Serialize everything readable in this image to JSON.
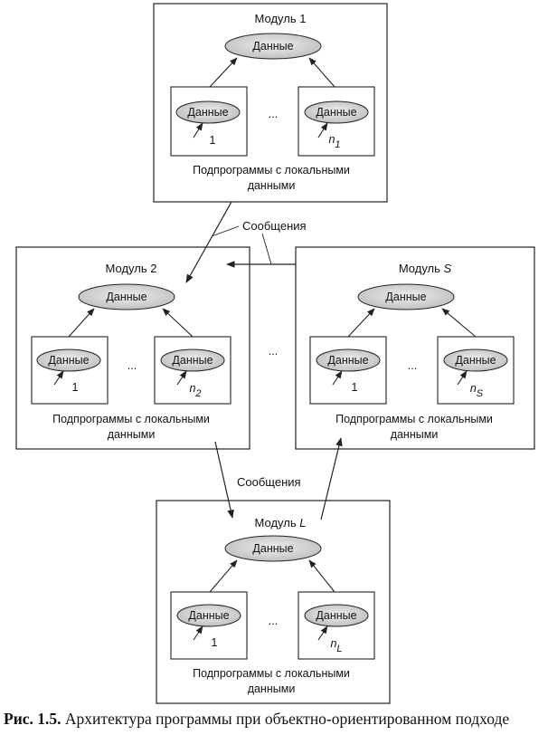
{
  "caption": {
    "label": "Рис. 1.5.",
    "text": "Архитектура программы при объектно-ориентированном подходе"
  },
  "data_label": "Данные",
  "subprograms_label_line1": "Подпрограммы с локальными",
  "subprograms_label_line2": "данными",
  "messages_label": "Сообщения",
  "ellipsis": "...",
  "modules": {
    "m1": {
      "title": "Модуль 1",
      "sub_left": "1",
      "sub_right_base": "n",
      "sub_right_sub": "1"
    },
    "m2": {
      "title": "Модуль 2",
      "sub_left": "1",
      "sub_right_base": "n",
      "sub_right_sub": "2"
    },
    "mS": {
      "title_prefix": "Модуль ",
      "title_var": "S",
      "sub_left": "1",
      "sub_right_base": "n",
      "sub_right_sub": "S"
    },
    "mL": {
      "title_prefix": "Модуль ",
      "title_var": "L",
      "sub_left": "1",
      "sub_right_base": "n",
      "sub_right_sub": "L"
    }
  },
  "colors": {
    "stroke": "#222222",
    "ellipse_fill": "#d9d9d9"
  }
}
